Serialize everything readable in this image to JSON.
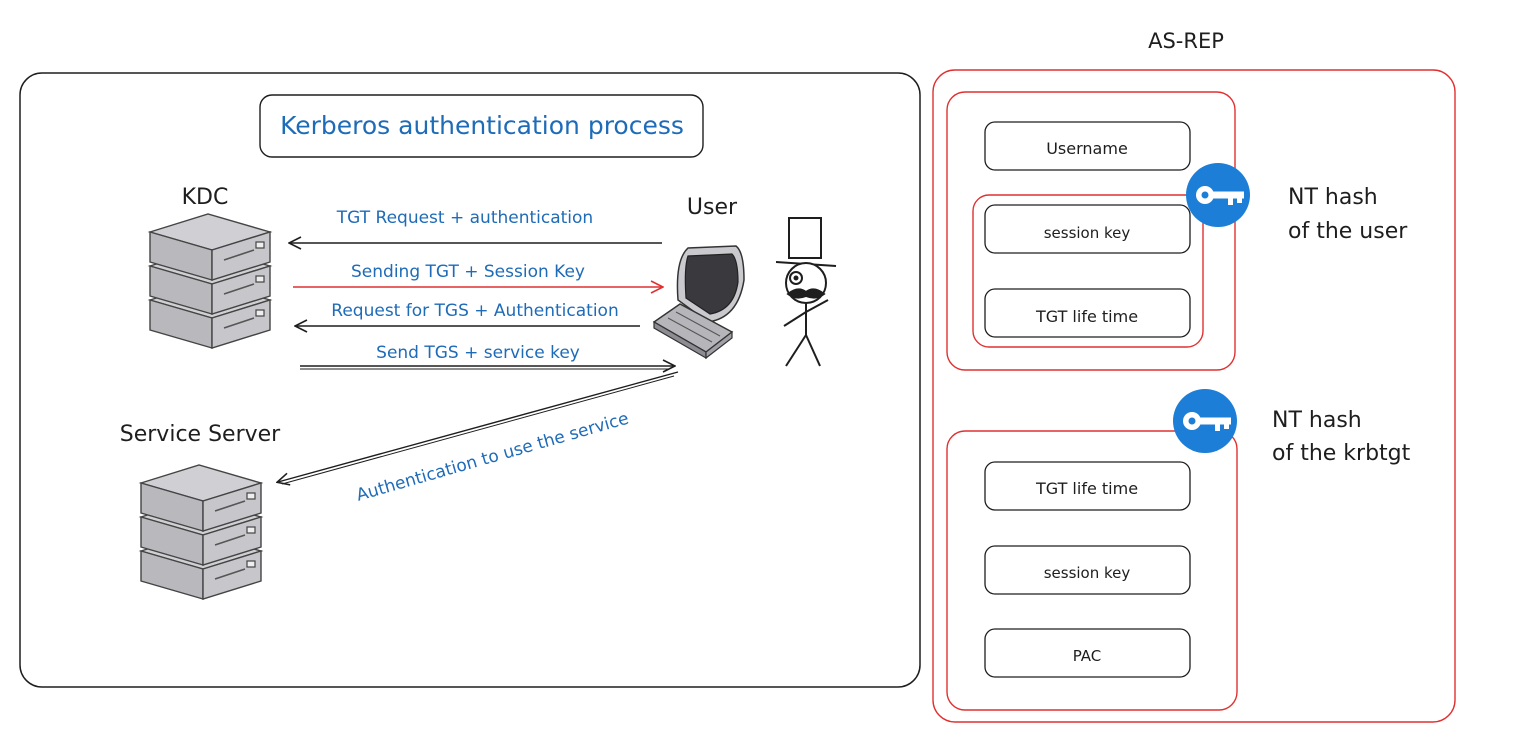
{
  "title": "Kerberos authentication process",
  "labels": {
    "kdc": "KDC",
    "user": "User",
    "service_server": "Service Server"
  },
  "arrows": [
    {
      "text": "TGT Request + authentication",
      "color": "#1e6bb8"
    },
    {
      "text": "Sending TGT + Session Key",
      "color": "#1e6bb8"
    },
    {
      "text": "Request for TGS + Authentication",
      "color": "#1e6bb8"
    },
    {
      "text": "Send TGS + service key",
      "color": "#1e6bb8"
    },
    {
      "text": "Authentication to use the service",
      "color": "#1e6bb8"
    }
  ],
  "as_rep": {
    "heading": "AS-REP",
    "user_block": {
      "fields": [
        "Username",
        "session key",
        "TGT life time"
      ],
      "key_label_line1": "NT hash",
      "key_label_line2": "of the user"
    },
    "krbtgt_block": {
      "fields": [
        "TGT life time",
        "session key",
        "PAC"
      ],
      "key_label_line1": "NT hash",
      "key_label_line2": "of the krbtgt"
    }
  },
  "colors": {
    "accent_blue": "#1e6bb8",
    "key_blue": "#1c7ed6",
    "red": "#e03131",
    "red_light": "#f08080",
    "ink": "#1e1e1e"
  }
}
